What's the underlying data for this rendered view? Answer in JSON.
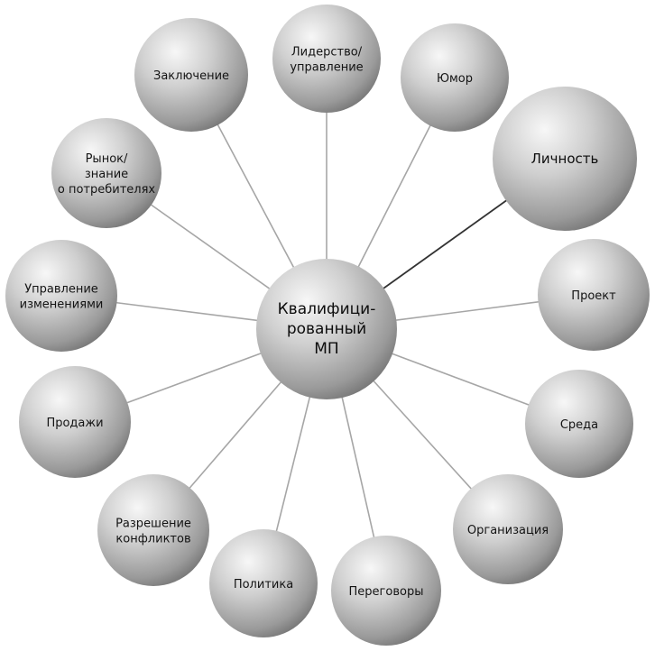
{
  "diagram": {
    "center": {
      "lines": [
        "Квалифици-",
        "рованный",
        "МП"
      ]
    },
    "nodes": [
      {
        "id": "leadership",
        "lines": [
          "Лидерство/",
          "управление"
        ]
      },
      {
        "id": "humor",
        "lines": [
          "Юмор"
        ]
      },
      {
        "id": "personality",
        "lines": [
          "Личность"
        ]
      },
      {
        "id": "project",
        "lines": [
          "Проект"
        ]
      },
      {
        "id": "environment",
        "lines": [
          "Среда"
        ]
      },
      {
        "id": "organization",
        "lines": [
          "Организация"
        ]
      },
      {
        "id": "negotiations",
        "lines": [
          "Переговоры"
        ]
      },
      {
        "id": "politics",
        "lines": [
          "Политика"
        ]
      },
      {
        "id": "conflicts",
        "lines": [
          "Разрешение",
          "конфликтов"
        ]
      },
      {
        "id": "sales",
        "lines": [
          "Продажи"
        ]
      },
      {
        "id": "change",
        "lines": [
          "Управление",
          "изменениями"
        ]
      },
      {
        "id": "market",
        "lines": [
          "Рынок/",
          "знание",
          "о потребителях"
        ]
      },
      {
        "id": "conclusion",
        "lines": [
          "Заключение"
        ]
      }
    ],
    "colors": {
      "sphere_light": "#f7f7f7",
      "sphere_mid": "#bdbdbd",
      "sphere_dark": "#6f6f6f",
      "connector": "#a6a6a6",
      "connector_emphasis": "#333333",
      "text": "#141414"
    }
  }
}
